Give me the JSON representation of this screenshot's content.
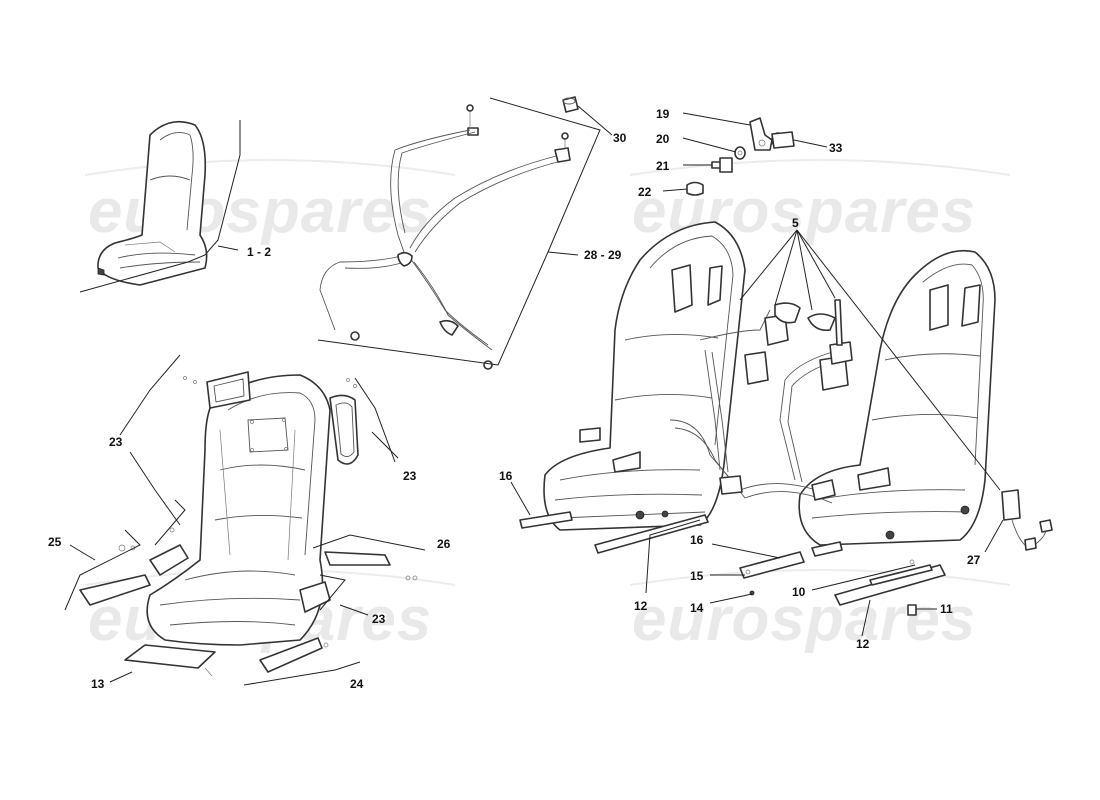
{
  "watermarks": [
    "eurospares",
    "eurospares",
    "eurospares",
    "eurospares"
  ],
  "callouts": {
    "c1_2": "1 - 2",
    "c28_29": "28 - 29",
    "c30": "30",
    "c19": "19",
    "c20": "20",
    "c21": "21",
    "c22": "22",
    "c33": "33",
    "c5": "5",
    "c23a": "23",
    "c23b": "23",
    "c23c": "23",
    "c25": "25",
    "c26": "26",
    "c13": "13",
    "c24": "24",
    "c16a": "16",
    "c16b": "16",
    "c12a": "12",
    "c12b": "12",
    "c15": "15",
    "c14": "14",
    "c10": "10",
    "c11": "11",
    "c27": "27"
  }
}
